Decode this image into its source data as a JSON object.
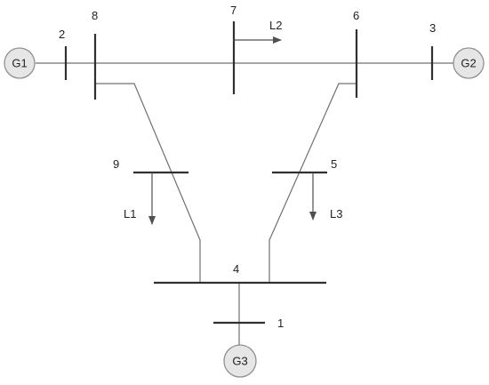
{
  "generators": [
    {
      "id": "g1",
      "label": "G1"
    },
    {
      "id": "g2",
      "label": "G2"
    },
    {
      "id": "g3",
      "label": "G3"
    }
  ],
  "buses": [
    {
      "id": "bus-1",
      "label": "1"
    },
    {
      "id": "bus-2",
      "label": "2"
    },
    {
      "id": "bus-3",
      "label": "3"
    },
    {
      "id": "bus-4",
      "label": "4"
    },
    {
      "id": "bus-5",
      "label": "5"
    },
    {
      "id": "bus-6",
      "label": "6"
    },
    {
      "id": "bus-7",
      "label": "7"
    },
    {
      "id": "bus-8",
      "label": "8"
    },
    {
      "id": "bus-9",
      "label": "9"
    }
  ],
  "loads": [
    {
      "id": "load-l1",
      "label": "L1"
    },
    {
      "id": "load-l2",
      "label": "L2"
    },
    {
      "id": "load-l3",
      "label": "L3"
    }
  ],
  "colors": {
    "line": "#707070",
    "bus": "#303030",
    "generator_fill": "#e6e6e6"
  }
}
